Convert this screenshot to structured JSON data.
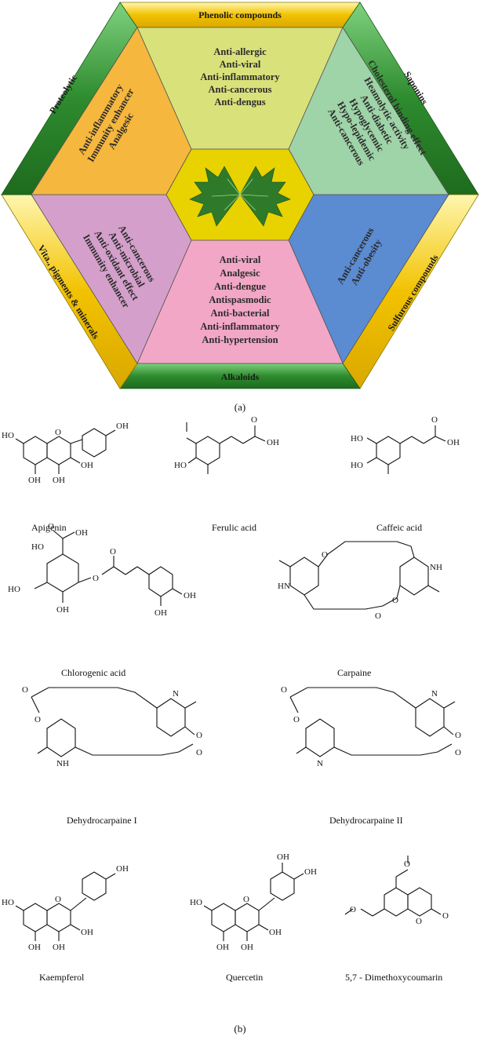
{
  "figure": {
    "panel_a": {
      "caption": "(a)",
      "border_labels": {
        "top": "Phenolic compounds",
        "upper_right": "Saponins",
        "lower_right": "Sulfurous compounds",
        "bottom": "Alkaloids",
        "lower_left": "Vita., pigments & minerals",
        "upper_left": "Proteolytic"
      },
      "segments": {
        "top": [
          "Anti-allergic",
          "Anti-viral",
          "Anti-inflammatory",
          "Anti-cancerous",
          "Anti-dengus"
        ],
        "upper_right": [
          "Cholesterol binding effect",
          "Heamolytic activity",
          "Anti-diabetic",
          "Hypoglycemic",
          "Hypo-lepidemic",
          "Anti-cancerous"
        ],
        "lower_right": [
          "Anti-cancerous",
          "Anti-obesity"
        ],
        "bottom": [
          "Anti-viral",
          "Analgesic",
          "Anti-dengue",
          "Antispasmodic",
          "Anti-bacterial",
          "Anti-inflammatory",
          "Anti-hypertension"
        ],
        "lower_left": [
          "Anti-cancerous",
          "Anti-microbial",
          "Anti-oxidant effect",
          "Immunity enhancer"
        ],
        "upper_left": [
          "Anti-inflammatory",
          "Immunity enhancer",
          "Analgesic"
        ]
      },
      "colors": {
        "border_green": "#2e8b2e",
        "border_yellow": "#f2c200",
        "top": "#d9e27a",
        "upper_right": "#9fd3a8",
        "lower_right": "#5b8bd1",
        "bottom": "#f2a7c6",
        "lower_left": "#d4a0cb",
        "upper_left": "#f5b73d",
        "center": "#e8d200"
      }
    },
    "panel_b": {
      "caption": "(b)",
      "molecules": [
        {
          "name": "Apigenin",
          "atoms": [
            "HO",
            "O",
            "OH",
            "OH",
            "OH",
            "OH"
          ]
        },
        {
          "name": "Ferulic acid",
          "atoms": [
            "O",
            "OH",
            "HO"
          ]
        },
        {
          "name": "Caffeic acid",
          "atoms": [
            "HO",
            "HO",
            "O",
            "OH"
          ]
        },
        {
          "name": "Chlorogenic acid",
          "atoms": [
            "O",
            "HO",
            "OH",
            "HO",
            "OH",
            "O",
            "O",
            "OH",
            "OH"
          ]
        },
        {
          "name": "Carpaine",
          "atoms": [
            "O",
            "HN",
            "NH",
            "O",
            "O"
          ]
        },
        {
          "name": "Dehydrocarpaine I",
          "atoms": [
            "O",
            "O",
            "N",
            "NH",
            "O",
            "O"
          ]
        },
        {
          "name": "Dehydrocarpaine II",
          "atoms": [
            "O",
            "O",
            "N",
            "N",
            "O",
            "O"
          ]
        },
        {
          "name": "Kaempferol",
          "atoms": [
            "OH",
            "HO",
            "O",
            "OH",
            "OH",
            "OH"
          ]
        },
        {
          "name": "Quercetin",
          "atoms": [
            "OH",
            "OH",
            "HO",
            "O",
            "OH",
            "OH",
            "OH"
          ]
        },
        {
          "name": "5,7 - Dimethoxycoumarin",
          "atoms": [
            "O",
            "O",
            "O",
            "O"
          ]
        }
      ]
    }
  }
}
